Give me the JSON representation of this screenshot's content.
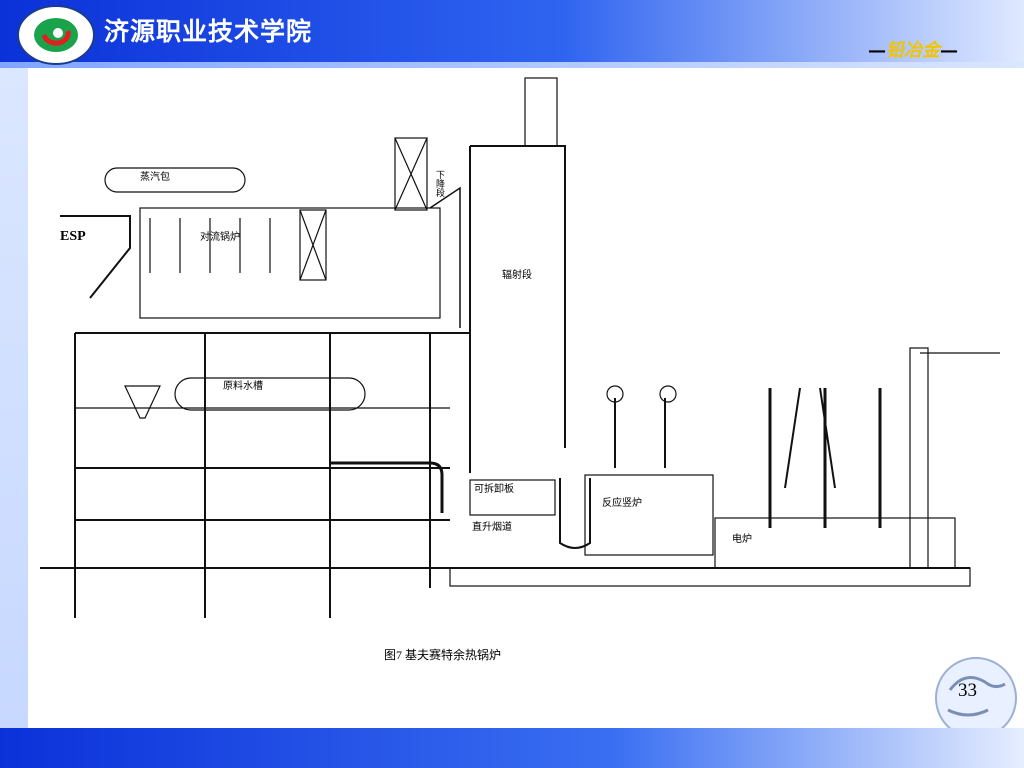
{
  "header": {
    "school_name": "济源职业技术学院",
    "subject_prefix": "—",
    "subject_accent": "铅冶金",
    "subject_suffix": "—"
  },
  "diagram": {
    "labels": {
      "steam_drum": "蒸汽包",
      "esp": "ESP",
      "convection_boiler": "对流锅炉",
      "downcomer": "下降段",
      "radiation_section": "辐射段",
      "raw_water_tank": "原料水槽",
      "removable_plate": "可拆卸板",
      "uptake_flue": "直升烟道",
      "reaction_shaft": "反应竖炉",
      "electric_furnace": "电炉"
    }
  },
  "caption": "图7   基夫赛特余热锅炉",
  "page_number": "33",
  "colors": {
    "header_blue": "#0b31d9",
    "accent_yellow": "#f2c400"
  }
}
